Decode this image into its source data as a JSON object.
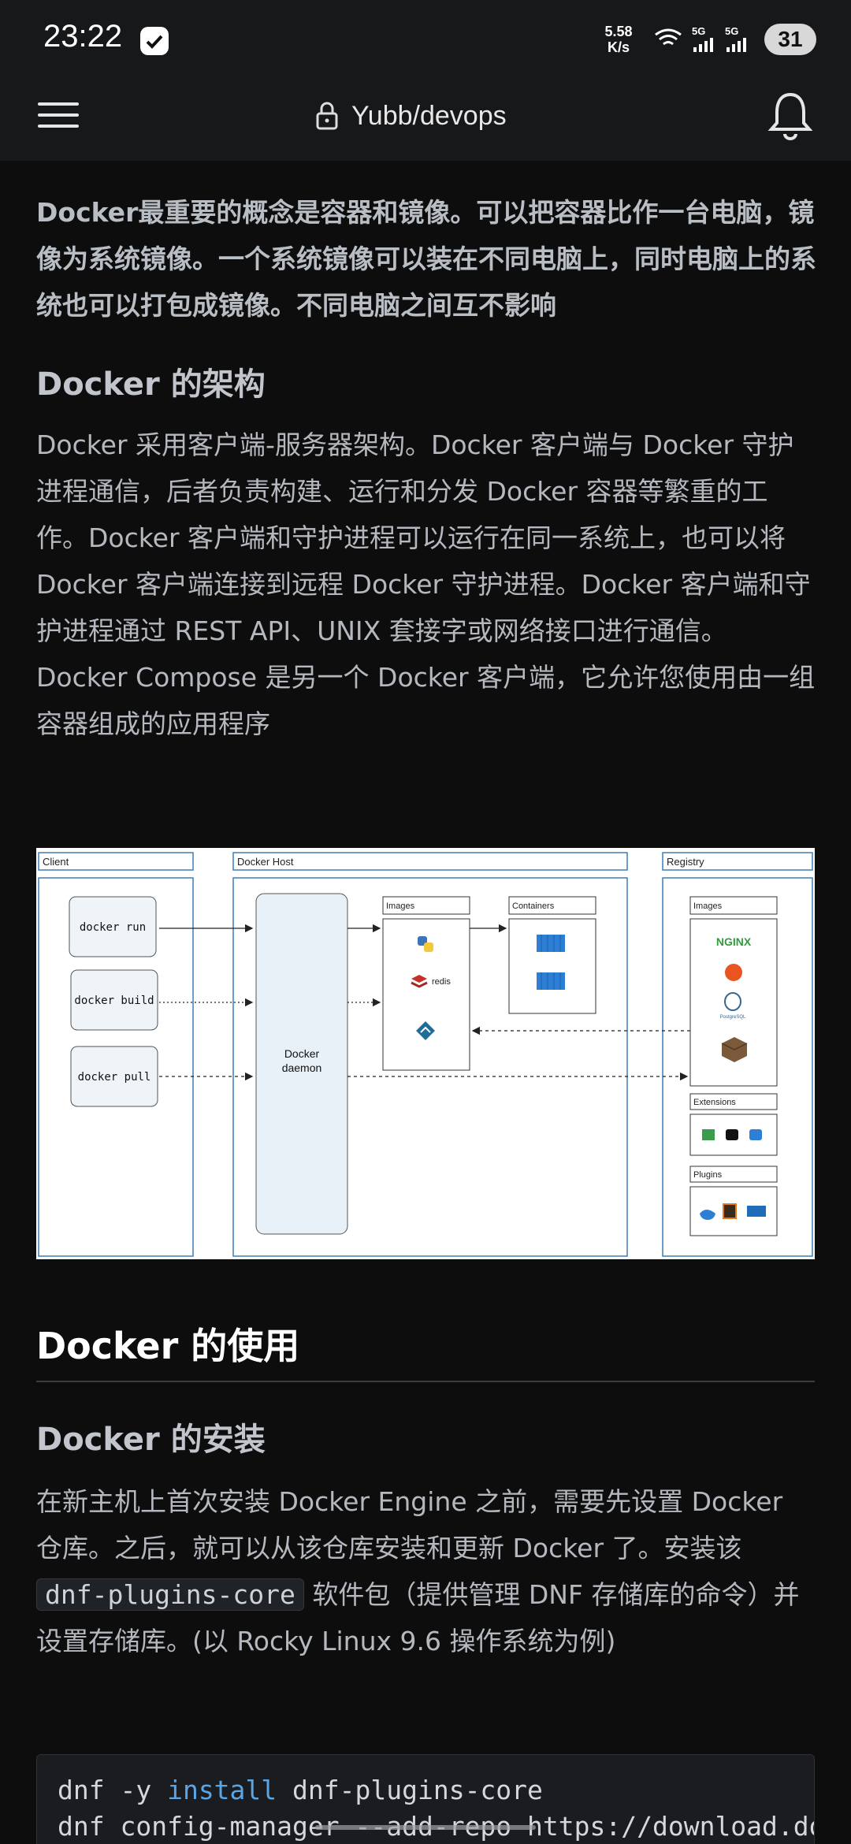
{
  "status_bar": {
    "time": "23:22",
    "net_speed_value": "5.58",
    "net_speed_unit": "K/s",
    "signal1_label": "5G",
    "signal2_label": "5G",
    "battery": "31"
  },
  "app_bar": {
    "repo_title": "Yubb/devops"
  },
  "article": {
    "intro_bold": "Docker最重要的概念是容器和镜像。可以把容器比作一台电脑，镜像为系统镜像。一个系统镜像可以装在不同电脑上，同时电脑上的系统也可以打包成镜像。不同电脑之间互不影响",
    "arch_heading": "Docker 的架构",
    "arch_paragraph": "Docker 采用客户端-服务器架构。Docker 客户端与 Docker 守护进程通信，后者负责构建、运行和分发 Docker 容器等繁重的工作。Docker 客户端和守护进程可以运行在同一系统上，也可以将 Docker 客户端连接到远程 Docker 守护进程。Docker 客户端和守护进程通过 REST API、UNIX 套接字或网络接口进行通信。Docker Compose 是另一个 Docker 客户端，它允许您使用由一组容器组成的应用程序",
    "usage_heading": "Docker 的使用",
    "install_heading": "Docker 的安装",
    "install_para_before": "在新主机上首次安装 Docker Engine 之前，需要先设置 Docker 仓库。之后，就可以从该仓库安装和更新 Docker 了。安装该",
    "install_inline_code": "dnf-plugins-core",
    "install_para_after": "软件包（提供管理 DNF 存储库的命令）并设置存储库。(以 Rocky Linux 9.6 操作系统为例)",
    "code_line1_a": "dnf -y ",
    "code_line1_kw": "install",
    "code_line1_b": " dnf-plugins-core",
    "code_line2": "dnf config-manager --add-repo https://download.do"
  },
  "diagram": {
    "client_title": "Client",
    "host_title": "Docker Host",
    "registry_title": "Registry",
    "cmd_run": "docker run",
    "cmd_build": "docker build",
    "cmd_pull": "docker pull",
    "daemon_line1": "Docker",
    "daemon_line2": "daemon",
    "images_title": "Images",
    "containers_title": "Containers",
    "registry_images_title": "Images",
    "extensions_title": "Extensions",
    "plugins_title": "Plugins",
    "redis_label": "redis",
    "nginx_label": "NGINX",
    "postgres_label": "PostgreSQL"
  },
  "icons": {
    "menu": "hamburger-icon",
    "lock": "lock-icon",
    "bell": "bell-icon"
  },
  "colors": {
    "background": "#0d0d0d",
    "bar": "#17181a",
    "keyword": "#58a6e8",
    "diagram_stroke": "#3f7fb5"
  }
}
